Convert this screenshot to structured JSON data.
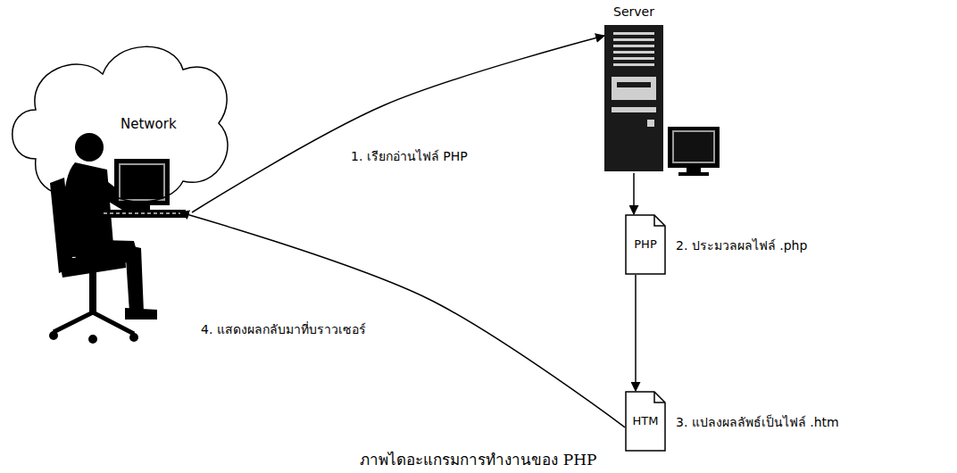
{
  "diagram": {
    "caption": "ภาพไดอะแกรมการทำงานของ PHP",
    "nodes": [
      {
        "text": [
          "Network"
        ]
      },
      {
        "text": [
          "Server"
        ]
      },
      {
        "text": [
          "PHP"
        ]
      },
      {
        "text": [
          "HTM"
        ]
      }
    ],
    "edges": [
      {
        "from": 0,
        "to": 1,
        "arrow": "to",
        "label": "1. เรียกอ่านไฟล์ PHP"
      },
      {
        "from": 1,
        "to": 2,
        "arrow": "to"
      },
      {
        "from": 2,
        "to": 3,
        "arrow": "to"
      },
      {
        "from": 3,
        "to": 0,
        "arrow": "to",
        "label": "4. แสดงผลกลับมาที่บราวเซอร์"
      }
    ],
    "labels": [
      "2. ประมวลผลไฟล์ .php",
      "3. แปลงผลลัพธ์เป็นไฟล์ .htm"
    ]
  }
}
